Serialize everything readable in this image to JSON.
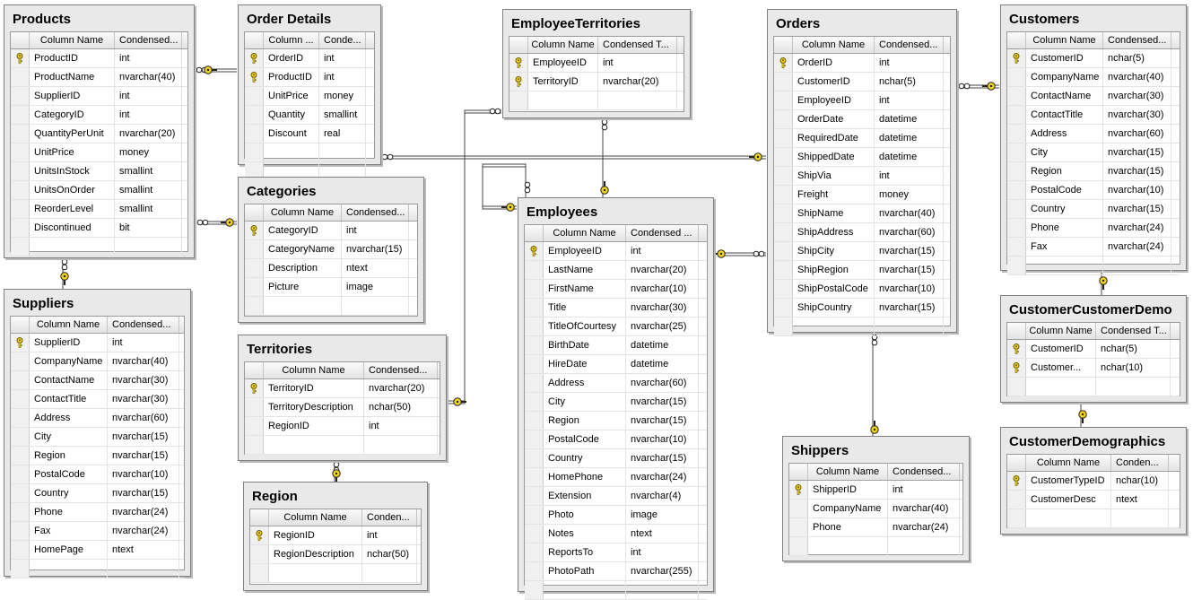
{
  "column_headers": {
    "name": "Column Name",
    "type": "Condensed..."
  },
  "tables": [
    {
      "id": "products",
      "title": "Products",
      "hdr_name": "Column Name",
      "hdr_type": "Condensed...",
      "columns": [
        [
          "ProductID",
          "int",
          true
        ],
        [
          "ProductName",
          "nvarchar(40)",
          false
        ],
        [
          "SupplierID",
          "int",
          false
        ],
        [
          "CategoryID",
          "int",
          false
        ],
        [
          "QuantityPerUnit",
          "nvarchar(20)",
          false
        ],
        [
          "UnitPrice",
          "money",
          false
        ],
        [
          "UnitsInStock",
          "smallint",
          false
        ],
        [
          "UnitsOnOrder",
          "smallint",
          false
        ],
        [
          "ReorderLevel",
          "smallint",
          false
        ],
        [
          "Discontinued",
          "bit",
          false
        ]
      ]
    },
    {
      "id": "order-details",
      "title": "Order Details",
      "hdr_name": "Column ...",
      "hdr_type": "Conde...",
      "columns": [
        [
          "OrderID",
          "int",
          true
        ],
        [
          "ProductID",
          "int",
          true
        ],
        [
          "UnitPrice",
          "money",
          false
        ],
        [
          "Quantity",
          "smallint",
          false
        ],
        [
          "Discount",
          "real",
          false
        ]
      ]
    },
    {
      "id": "employee-territories",
      "title": "EmployeeTerritories",
      "hdr_name": "Column Name",
      "hdr_type": "Condensed T...",
      "columns": [
        [
          "EmployeeID",
          "int",
          true
        ],
        [
          "TerritoryID",
          "nvarchar(20)",
          true
        ]
      ]
    },
    {
      "id": "orders",
      "title": "Orders",
      "hdr_name": "Column Name",
      "hdr_type": "Condensed...",
      "columns": [
        [
          "OrderID",
          "int",
          true
        ],
        [
          "CustomerID",
          "nchar(5)",
          false
        ],
        [
          "EmployeeID",
          "int",
          false
        ],
        [
          "OrderDate",
          "datetime",
          false
        ],
        [
          "RequiredDate",
          "datetime",
          false
        ],
        [
          "ShippedDate",
          "datetime",
          false
        ],
        [
          "ShipVia",
          "int",
          false
        ],
        [
          "Freight",
          "money",
          false
        ],
        [
          "ShipName",
          "nvarchar(40)",
          false
        ],
        [
          "ShipAddress",
          "nvarchar(60)",
          false
        ],
        [
          "ShipCity",
          "nvarchar(15)",
          false
        ],
        [
          "ShipRegion",
          "nvarchar(15)",
          false
        ],
        [
          "ShipPostalCode",
          "nvarchar(10)",
          false
        ],
        [
          "ShipCountry",
          "nvarchar(15)",
          false
        ]
      ]
    },
    {
      "id": "customers",
      "title": "Customers",
      "hdr_name": "Column Name",
      "hdr_type": "Condensed...",
      "columns": [
        [
          "CustomerID",
          "nchar(5)",
          true
        ],
        [
          "CompanyName",
          "nvarchar(40)",
          false
        ],
        [
          "ContactName",
          "nvarchar(30)",
          false
        ],
        [
          "ContactTitle",
          "nvarchar(30)",
          false
        ],
        [
          "Address",
          "nvarchar(60)",
          false
        ],
        [
          "City",
          "nvarchar(15)",
          false
        ],
        [
          "Region",
          "nvarchar(15)",
          false
        ],
        [
          "PostalCode",
          "nvarchar(10)",
          false
        ],
        [
          "Country",
          "nvarchar(15)",
          false
        ],
        [
          "Phone",
          "nvarchar(24)",
          false
        ],
        [
          "Fax",
          "nvarchar(24)",
          false
        ]
      ]
    },
    {
      "id": "categories",
      "title": "Categories",
      "hdr_name": "Column Name",
      "hdr_type": "Condensed...",
      "columns": [
        [
          "CategoryID",
          "int",
          true
        ],
        [
          "CategoryName",
          "nvarchar(15)",
          false
        ],
        [
          "Description",
          "ntext",
          false
        ],
        [
          "Picture",
          "image",
          false
        ]
      ]
    },
    {
      "id": "employees",
      "title": "Employees",
      "hdr_name": "Column Name",
      "hdr_type": "Condensed ...",
      "columns": [
        [
          "EmployeeID",
          "int",
          true
        ],
        [
          "LastName",
          "nvarchar(20)",
          false
        ],
        [
          "FirstName",
          "nvarchar(10)",
          false
        ],
        [
          "Title",
          "nvarchar(30)",
          false
        ],
        [
          "TitleOfCourtesy",
          "nvarchar(25)",
          false
        ],
        [
          "BirthDate",
          "datetime",
          false
        ],
        [
          "HireDate",
          "datetime",
          false
        ],
        [
          "Address",
          "nvarchar(60)",
          false
        ],
        [
          "City",
          "nvarchar(15)",
          false
        ],
        [
          "Region",
          "nvarchar(15)",
          false
        ],
        [
          "PostalCode",
          "nvarchar(10)",
          false
        ],
        [
          "Country",
          "nvarchar(15)",
          false
        ],
        [
          "HomePhone",
          "nvarchar(24)",
          false
        ],
        [
          "Extension",
          "nvarchar(4)",
          false
        ],
        [
          "Photo",
          "image",
          false
        ],
        [
          "Notes",
          "ntext",
          false
        ],
        [
          "ReportsTo",
          "int",
          false
        ],
        [
          "PhotoPath",
          "nvarchar(255)",
          false
        ]
      ]
    },
    {
      "id": "suppliers",
      "title": "Suppliers",
      "hdr_name": "Column Name",
      "hdr_type": "Condensed...",
      "columns": [
        [
          "SupplierID",
          "int",
          true
        ],
        [
          "CompanyName",
          "nvarchar(40)",
          false
        ],
        [
          "ContactName",
          "nvarchar(30)",
          false
        ],
        [
          "ContactTitle",
          "nvarchar(30)",
          false
        ],
        [
          "Address",
          "nvarchar(60)",
          false
        ],
        [
          "City",
          "nvarchar(15)",
          false
        ],
        [
          "Region",
          "nvarchar(15)",
          false
        ],
        [
          "PostalCode",
          "nvarchar(10)",
          false
        ],
        [
          "Country",
          "nvarchar(15)",
          false
        ],
        [
          "Phone",
          "nvarchar(24)",
          false
        ],
        [
          "Fax",
          "nvarchar(24)",
          false
        ],
        [
          "HomePage",
          "ntext",
          false
        ]
      ]
    },
    {
      "id": "territories",
      "title": "Territories",
      "hdr_name": "Column Name",
      "hdr_type": "Condensed...",
      "columns": [
        [
          "TerritoryID",
          "nvarchar(20)",
          true
        ],
        [
          "TerritoryDescription",
          "nchar(50)",
          false
        ],
        [
          "RegionID",
          "int",
          false
        ]
      ]
    },
    {
      "id": "region",
      "title": "Region",
      "hdr_name": "Column Name",
      "hdr_type": "Conden...",
      "columns": [
        [
          "RegionID",
          "int",
          true
        ],
        [
          "RegionDescription",
          "nchar(50)",
          false
        ]
      ]
    },
    {
      "id": "customer-customer-demo",
      "title": "CustomerCustomerDemo",
      "hdr_name": "Column Name",
      "hdr_type": "Condensed T...",
      "columns": [
        [
          "CustomerID",
          "nchar(5)",
          true
        ],
        [
          "Customer...",
          "nchar(10)",
          true
        ]
      ]
    },
    {
      "id": "customer-demographics",
      "title": "CustomerDemographics",
      "hdr_name": "Column Name",
      "hdr_type": "Conden...",
      "columns": [
        [
          "CustomerTypeID",
          "nchar(10)",
          true
        ],
        [
          "CustomerDesc",
          "ntext",
          false
        ]
      ]
    },
    {
      "id": "shippers",
      "title": "Shippers",
      "hdr_name": "Column Name",
      "hdr_type": "Condensed...",
      "columns": [
        [
          "ShipperID",
          "int",
          true
        ],
        [
          "CompanyName",
          "nvarchar(40)",
          false
        ],
        [
          "Phone",
          "nvarchar(24)",
          false
        ]
      ]
    }
  ],
  "relationships": [
    [
      "products",
      "order-details"
    ],
    [
      "categories",
      "products"
    ],
    [
      "suppliers",
      "products"
    ],
    [
      "orders",
      "order-details"
    ],
    [
      "customers",
      "orders"
    ],
    [
      "employees",
      "orders"
    ],
    [
      "shippers",
      "orders"
    ],
    [
      "employees",
      "employee-territories"
    ],
    [
      "territories",
      "employee-territories"
    ],
    [
      "region",
      "territories"
    ],
    [
      "employees",
      "employees"
    ],
    [
      "customers",
      "customer-customer-demo"
    ],
    [
      "customer-demographics",
      "customer-customer-demo"
    ]
  ],
  "colors": {
    "key": "#f2d21b",
    "line": "#444444",
    "panel": "#e9e9e9"
  }
}
